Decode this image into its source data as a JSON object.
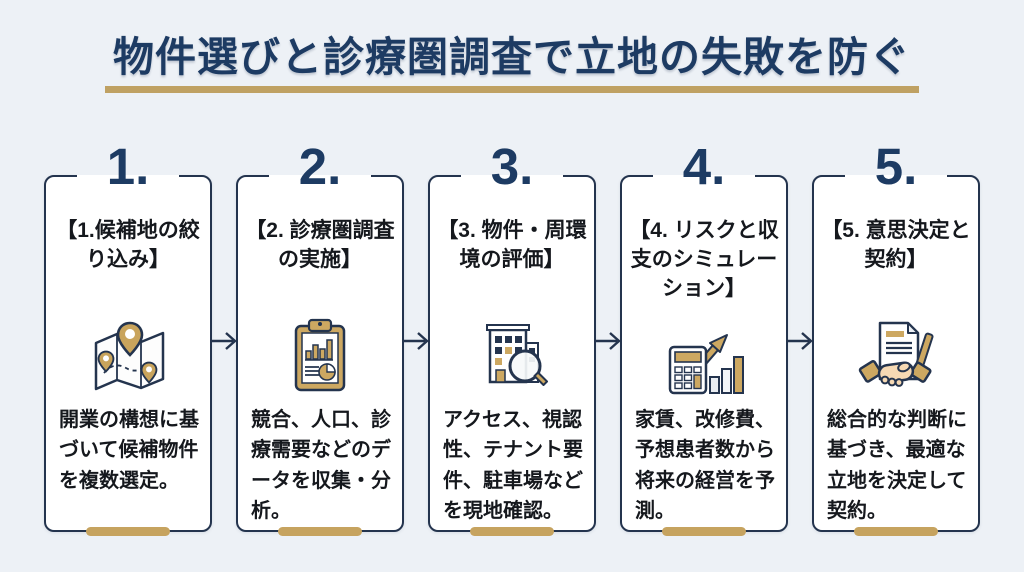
{
  "background_color": "#edf1f6",
  "colors": {
    "navy": "#1d3b63",
    "card_border": "#24344e",
    "gold": "#c6a35f",
    "underline_gold": "#bfa163",
    "text": "#15181d",
    "card_bg": "#ffffff"
  },
  "header": {
    "title": "物件選びと診療圏調査で立地の失敗を防ぐ"
  },
  "steps": [
    {
      "number": "1.",
      "heading": "【1.候補地の絞り込み】",
      "description": "開業の構想に基づいて候補物件を複数選定。",
      "icon": "map-pins-icon"
    },
    {
      "number": "2.",
      "heading": "【2. 診療圏調査の実施】",
      "description": "競合、人口、診療需要などのデータを収集・分析。",
      "icon": "clipboard-chart-icon"
    },
    {
      "number": "3.",
      "heading": "【3. 物件・周環境の評価】",
      "description": "アクセス、視認性、テナント要件、駐車場などを現地確認。",
      "icon": "building-magnifier-icon"
    },
    {
      "number": "4.",
      "heading": "【4. リスクと収支のシミュレーション】",
      "description": "家賃、改修費、予想患者数から将来の経営を予測。",
      "icon": "calculator-growth-icon"
    },
    {
      "number": "5.",
      "heading": "【5. 意思決定と契約】",
      "description": "総合的な判断に基づき、最適な立地を決定して契約。",
      "icon": "handshake-contract-icon"
    }
  ],
  "connectors": {
    "icon": "arrow-right-icon",
    "count": 4
  }
}
